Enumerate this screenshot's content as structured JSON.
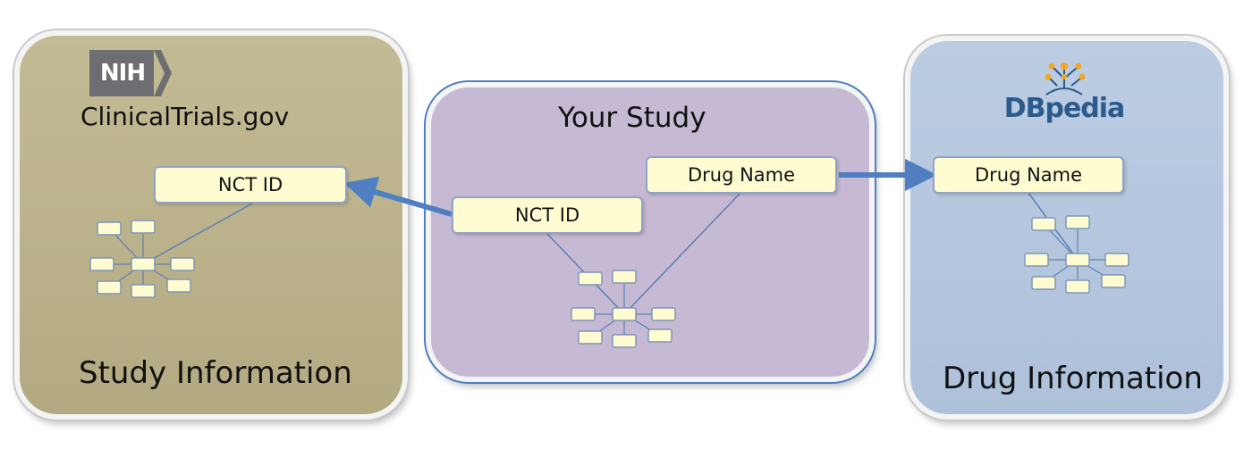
{
  "left_panel": {
    "logo_text": "NIH",
    "source_title": "ClinicalTrials.gov",
    "key_label": "NCT ID",
    "bottom_label": "Study Information"
  },
  "middle_panel": {
    "title": "Your Study",
    "key_nct_label": "NCT ID",
    "key_drug_label": "Drug Name"
  },
  "right_panel": {
    "logo_text": "DBpedia",
    "key_label": "Drug Name",
    "bottom_label": "Drug Information"
  },
  "colors": {
    "left_panel_fill": "#bab28b",
    "middle_panel_fill": "#c6b9d4",
    "right_panel_fill": "#b4c6dd",
    "key_box_fill": "#fffcd2",
    "arrow": "#4f7fc0",
    "connector_line": "#5b7fb5",
    "nih_logo": "#6d6e71",
    "dbpedia_logo": "#2b5a8c",
    "dbpedia_dots": "#f4a521"
  }
}
